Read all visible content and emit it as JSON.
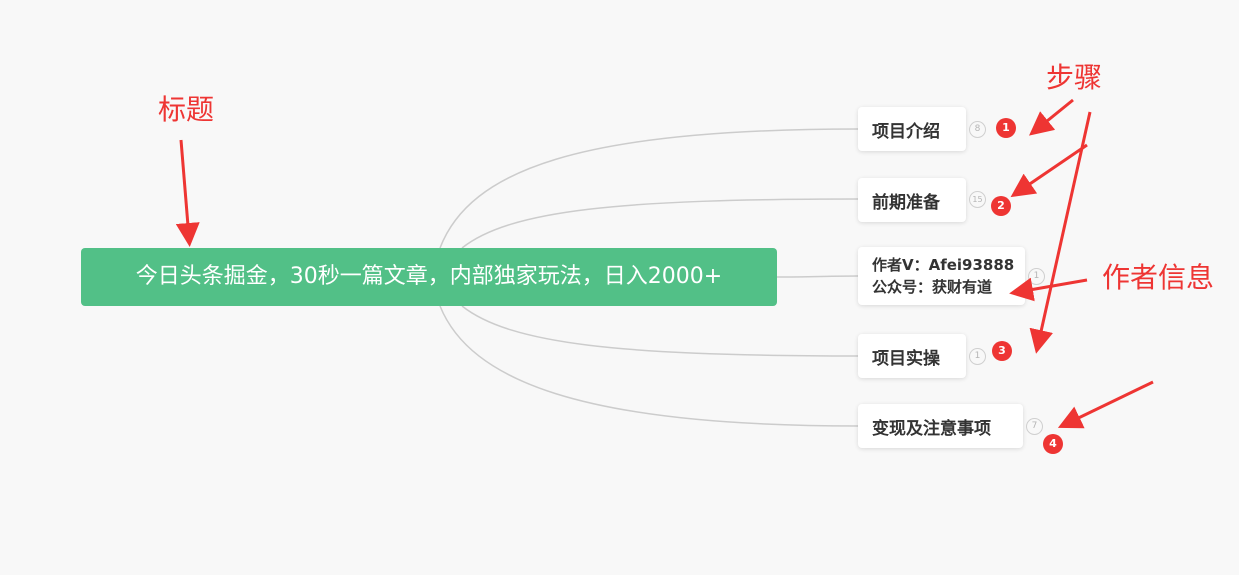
{
  "root": {
    "label": "今日头条掘金，30秒一篇文章，内部独家玩法，日入2000+"
  },
  "children": [
    {
      "label": "项目介绍",
      "count": "8",
      "step": "1"
    },
    {
      "label": "前期准备",
      "count": "15",
      "step": "2"
    },
    {
      "lines": [
        "作者V：Afei93888",
        "公众号：获财有道"
      ],
      "count": "1"
    },
    {
      "label": "项目实操",
      "count": "1",
      "step": "3"
    },
    {
      "label": "变现及注意事项",
      "count": "7",
      "step": "4"
    }
  ],
  "annotations": {
    "title": "标题",
    "steps": "步骤",
    "author": "作者信息"
  },
  "colors": {
    "root_bg": "#52c087",
    "annotation": "#ee3533",
    "connector": "#cccccc",
    "background": "#f8f8f8"
  }
}
